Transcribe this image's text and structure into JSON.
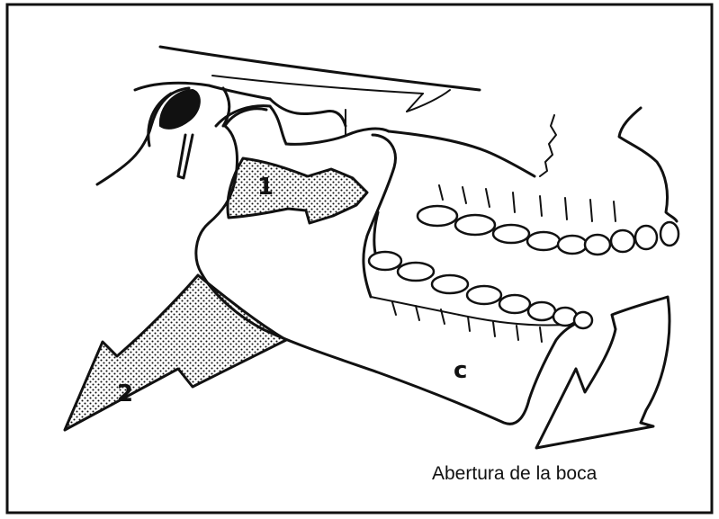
{
  "labels": {
    "region_1": "1",
    "region_2": "2",
    "mandible": "c"
  },
  "caption": "Abertura de la boca",
  "colors": {
    "ink": "#111111",
    "background": "#ffffff",
    "stipple": "#111111"
  }
}
